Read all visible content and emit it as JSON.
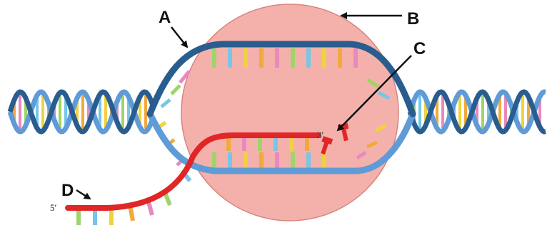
{
  "labels": {
    "a": "A",
    "b": "B",
    "c": "C",
    "d": "D"
  },
  "strand_ends": {
    "three_prime": "3′",
    "five_prime": "5′"
  },
  "colors": {
    "enzyme_fill": "#f4b1ab",
    "enzyme_stroke": "#d8837e",
    "dark_strand": "#2a5d8f",
    "light_strand": "#5f9bd6",
    "new_strand": "#e02626",
    "bases": [
      "#f2a93b",
      "#e889c0",
      "#9fd46a",
      "#76c6e8",
      "#efd23f"
    ]
  }
}
